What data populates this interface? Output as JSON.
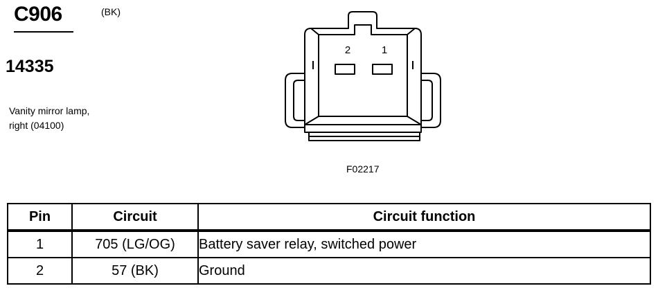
{
  "header": {
    "connector_id": "C906",
    "connector_color": "(BK)",
    "part_number": "14335",
    "component_line1": "Vanity mirror lamp,",
    "component_line2": "right (04100)"
  },
  "diagram": {
    "pin_labels": [
      "2",
      "1"
    ],
    "figure_code": "F02217"
  },
  "table": {
    "headers": {
      "pin": "Pin",
      "circuit": "Circuit",
      "function": "Circuit function"
    },
    "rows": [
      {
        "pin": "1",
        "circuit": "705 (LG/OG)",
        "function": "Battery saver relay, switched power"
      },
      {
        "pin": "2",
        "circuit": "57 (BK)",
        "function": "Ground"
      }
    ]
  }
}
